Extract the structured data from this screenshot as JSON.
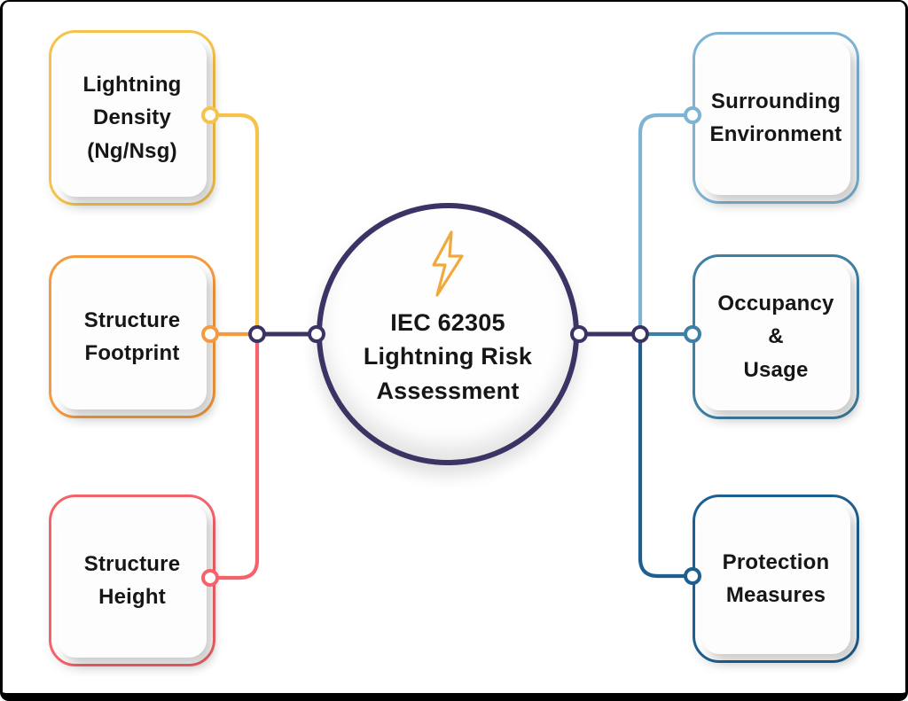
{
  "center": {
    "label": "IEC 62305\nLightning Risk\nAssessment",
    "icon": "lightning-bolt-icon",
    "border_color": "#3A3464",
    "bolt_color": "#F2A93B"
  },
  "connector_color": "#3A3464",
  "nodes": {
    "left": [
      {
        "label": "Lightning\nDensity\n(Ng/Nsg)",
        "color": "#F6C24A"
      },
      {
        "label": "Structure\nFootprint",
        "color": "#F59A3E"
      },
      {
        "label": "Structure\nHeight",
        "color": "#F5626A"
      }
    ],
    "right": [
      {
        "label": "Surrounding\nEnvironment",
        "color": "#7EB3D3"
      },
      {
        "label": "Occupancy\n&\nUsage",
        "color": "#3F7FA5"
      },
      {
        "label": "Protection\nMeasures",
        "color": "#1F5F8F"
      }
    ]
  }
}
